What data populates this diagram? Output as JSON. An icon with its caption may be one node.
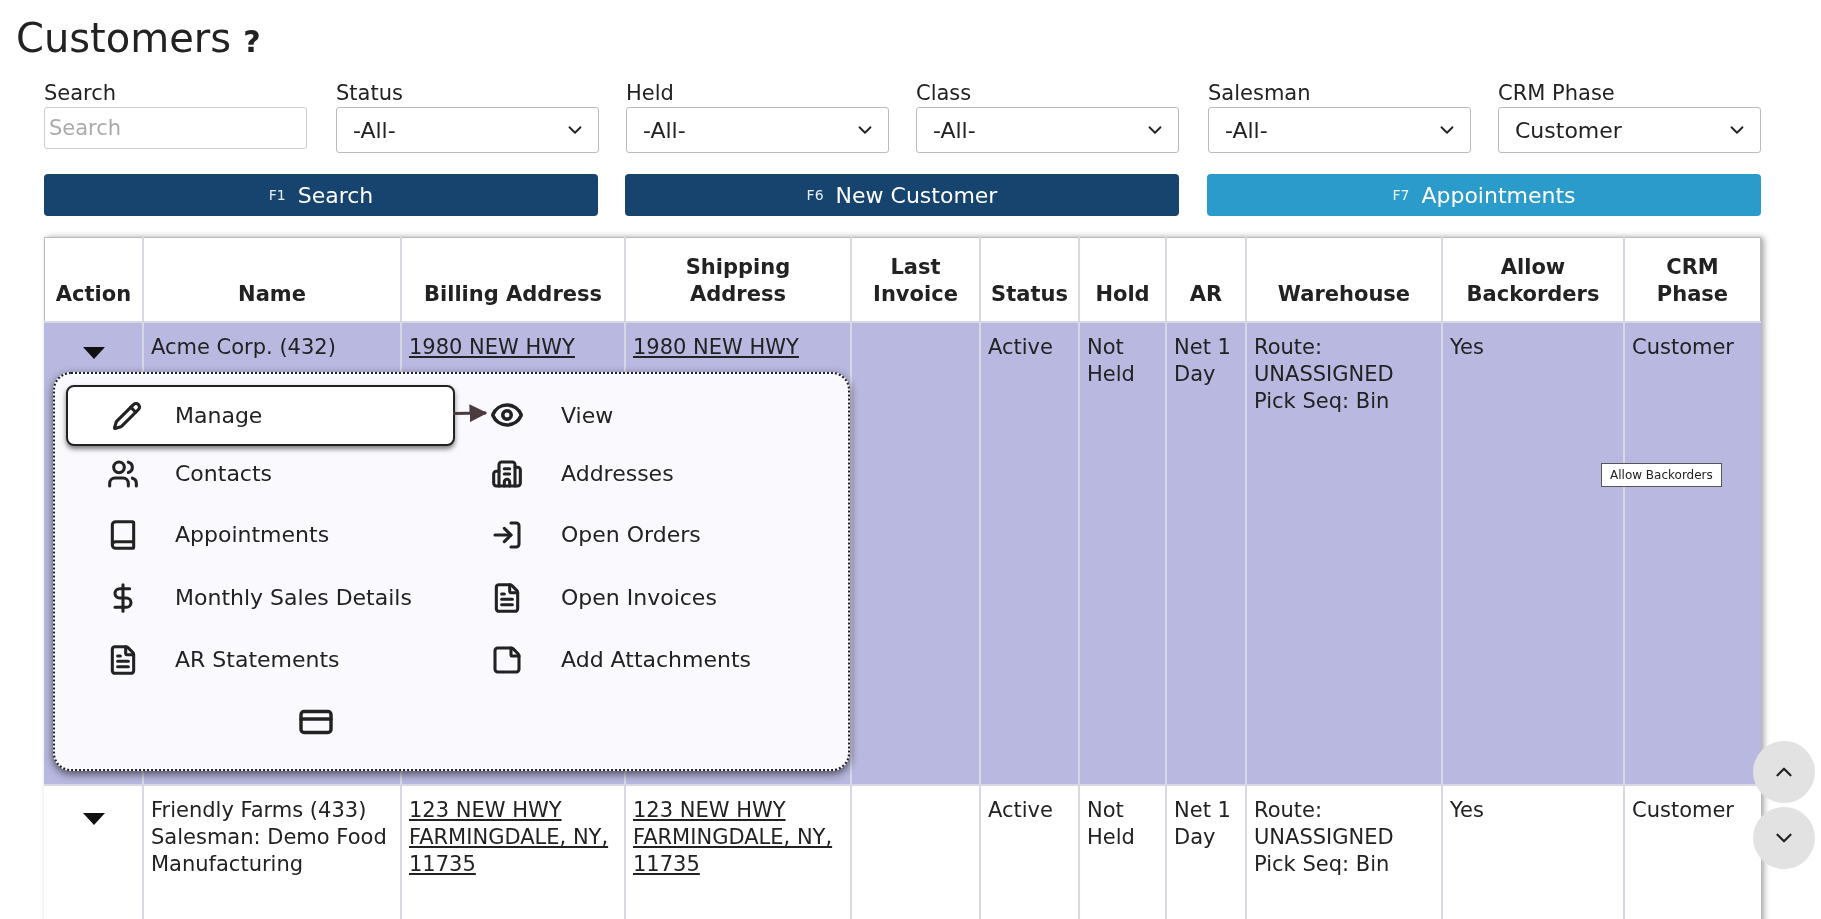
{
  "diagram": {
    "title": "Customers",
    "nodes": [
      {
        "text": [
          "Manage"
        ]
      },
      {
        "text": [
          "View"
        ]
      }
    ],
    "edges": [
      {
        "from": 0,
        "to": 1,
        "arrow": "to"
      }
    ],
    "labels": [
      "?",
      "Search",
      "Status",
      "Held",
      "Class",
      "Salesman",
      "CRM Phase",
      "Search",
      "-All-",
      "-All-",
      "-All-",
      "-All-",
      "Customer",
      "F1",
      "Search",
      "F6",
      "New Customer",
      "F7",
      "Appointments",
      "Action",
      "Name",
      "Billing Address",
      "Shipping Address",
      "Last Invoice",
      "Status",
      "Hold",
      "AR",
      "Warehouse",
      "Allow Backorders",
      "CRM Phase",
      "Acme Corp. (432)",
      "1980 NEW HWY",
      "1980 NEW HWY",
      "Active",
      "Not Held",
      "Net 1 Day",
      "Route: UNASSIGNED Pick Seq: Bin",
      "Yes",
      "Customer",
      "Contacts",
      "Addresses",
      "Appointments",
      "Open Orders",
      "Monthly Sales Details",
      "Open Invoices",
      "AR Statements",
      "Add Attachments",
      "Allow Backorders",
      "Friendly Farms (433) Salesman: Demo Food Manufacturing",
      "123 NEW HWY FARMINGDALE, NY, 11735",
      "123 NEW HWY FARMINGDALE, NY, 11735",
      "Active",
      "Not Held",
      "Net 1 Day",
      "Route: UNASSIGNED Pick Seq: Bin",
      "Yes",
      "Customer"
    ]
  }
}
